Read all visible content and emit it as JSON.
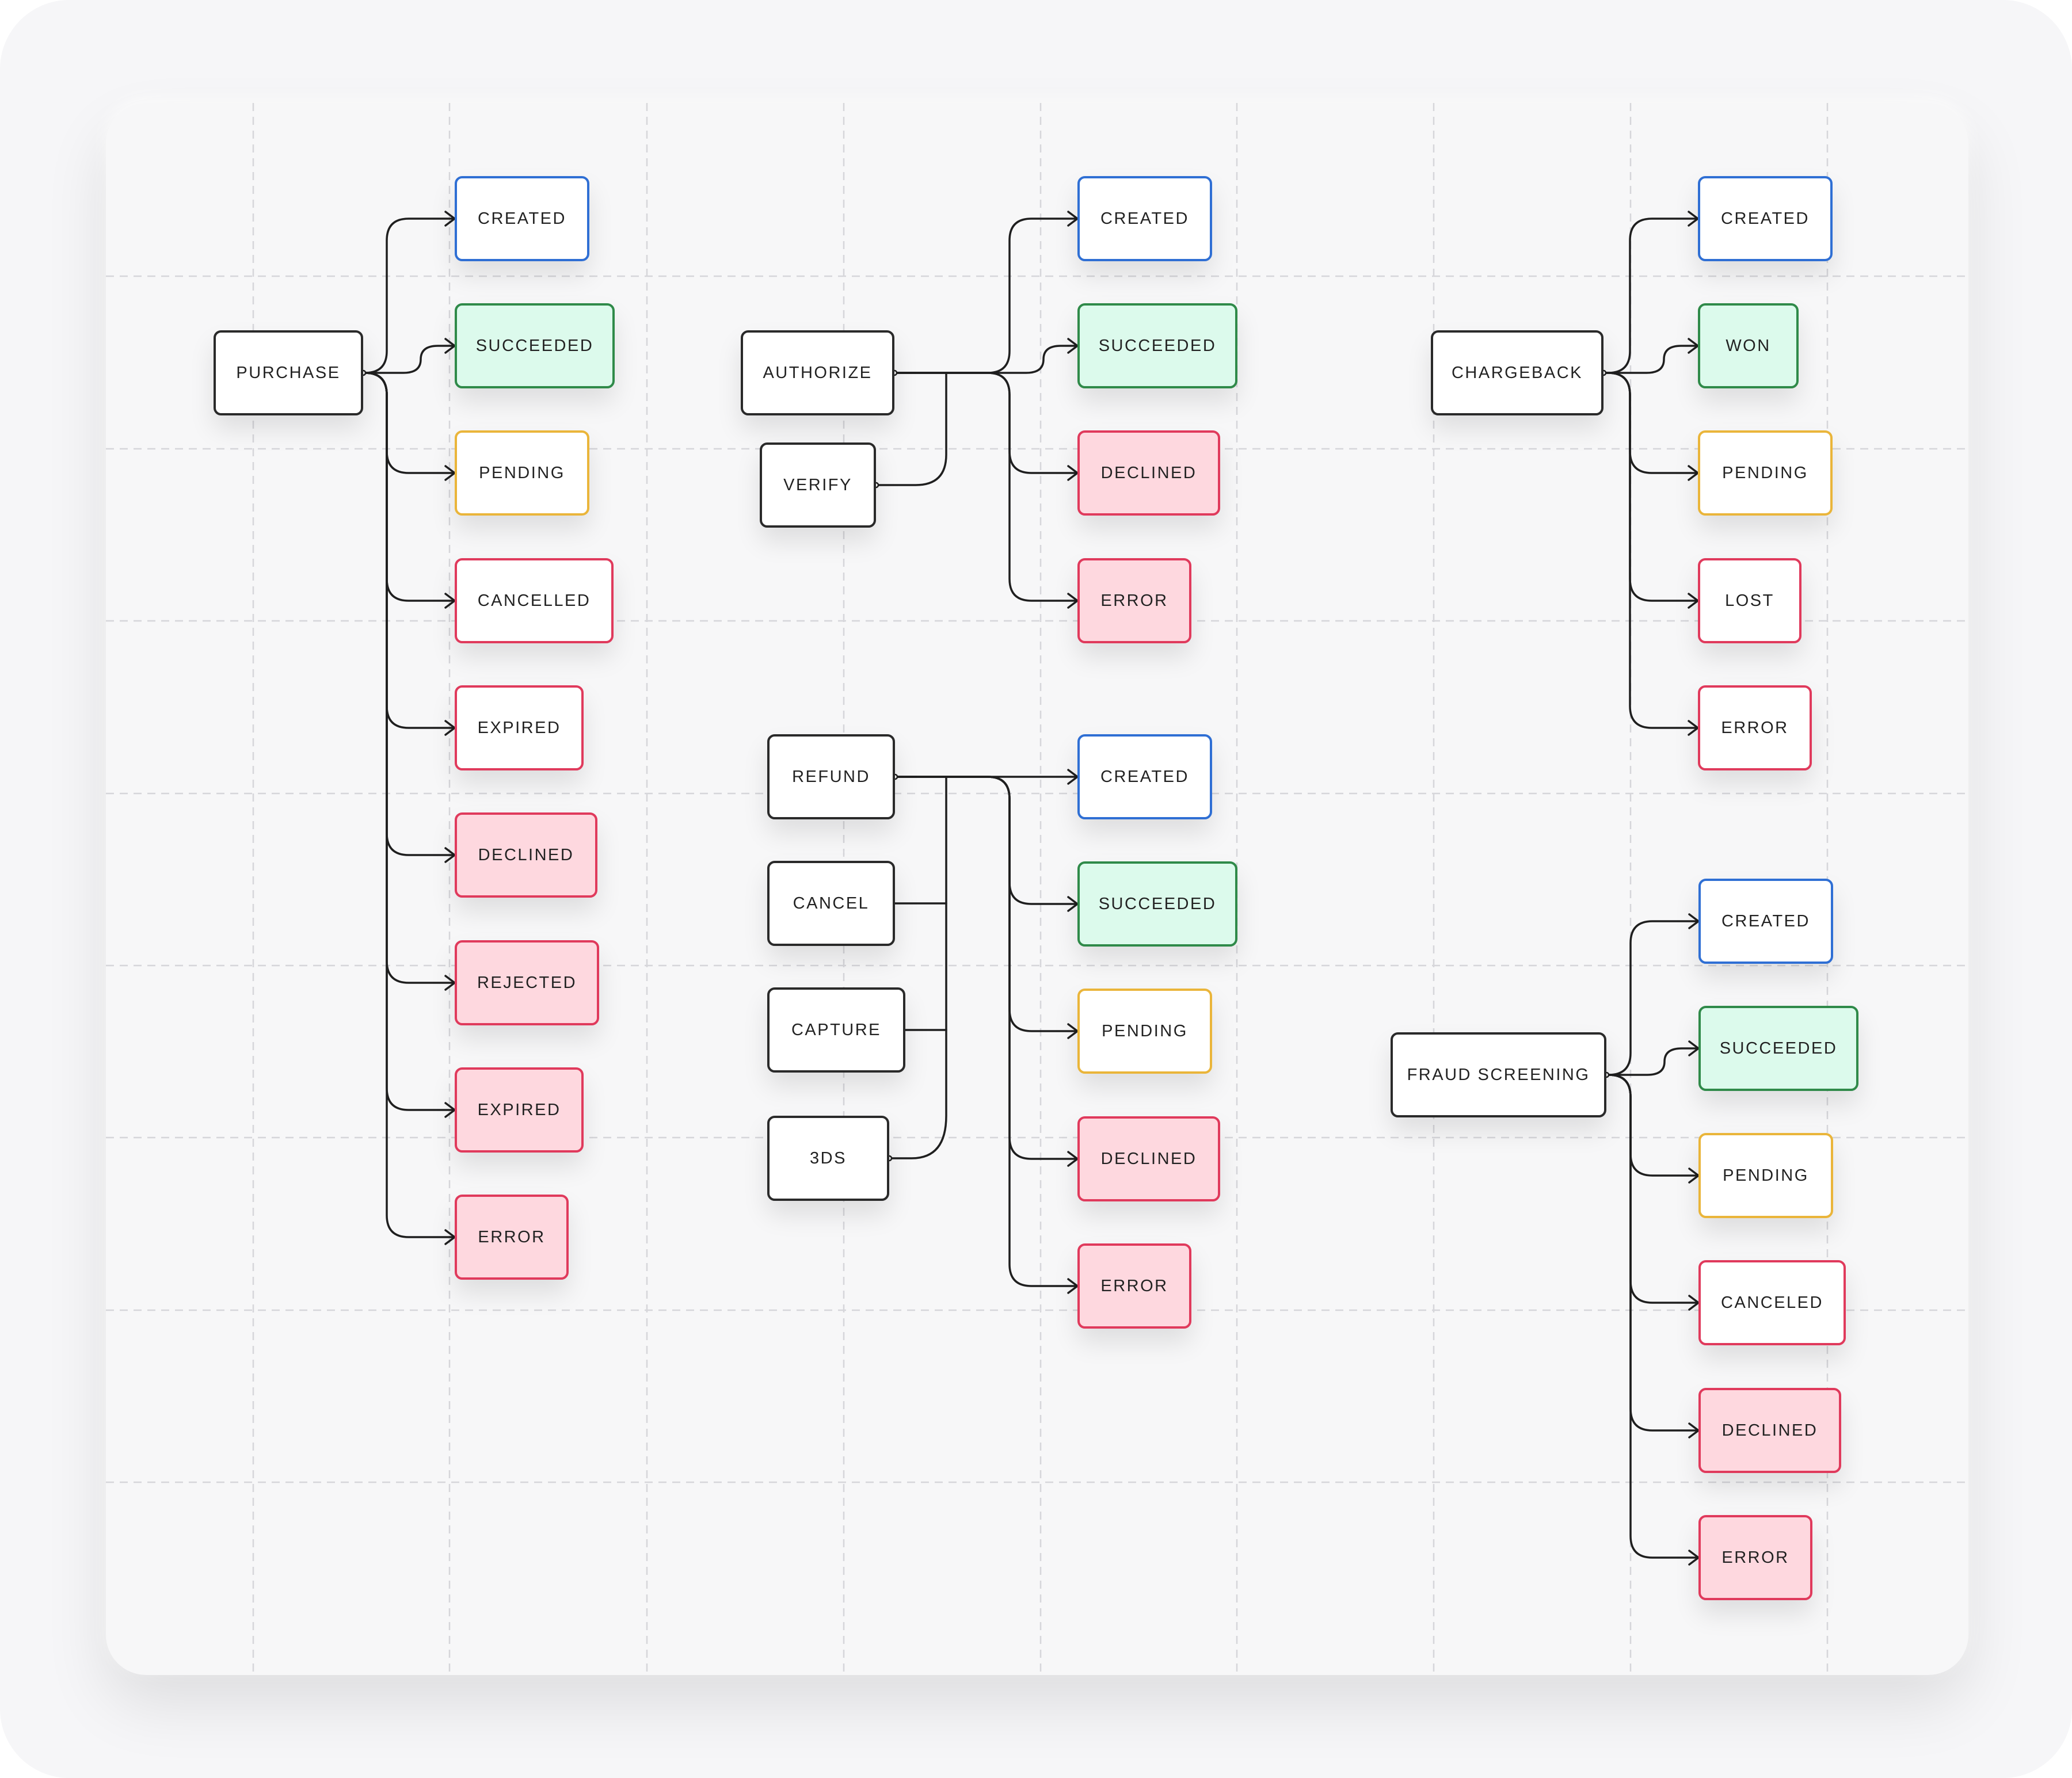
{
  "groups": {
    "purchase": {
      "source": "PURCHASE",
      "states": [
        "CREATED",
        "SUCCEEDED",
        "PENDING",
        "CANCELLED",
        "EXPIRED",
        "DECLINED",
        "REJECTED",
        "EXPIRED",
        "ERROR"
      ]
    },
    "authorize": {
      "sources": [
        "AUTHORIZE",
        "VERIFY"
      ],
      "states": [
        "CREATED",
        "SUCCEEDED",
        "DECLINED",
        "ERROR"
      ]
    },
    "refund": {
      "sources": [
        "REFUND",
        "CANCEL",
        "CAPTURE",
        "3DS"
      ],
      "states": [
        "CREATED",
        "SUCCEEDED",
        "PENDING",
        "DECLINED",
        "ERROR"
      ]
    },
    "chargeback": {
      "source": "CHARGEBACK",
      "states": [
        "CREATED",
        "WON",
        "PENDING",
        "LOST",
        "ERROR"
      ]
    },
    "fraud_screening": {
      "source": "FRAUD SCREENING",
      "states": [
        "CREATED",
        "SUCCEEDED",
        "PENDING",
        "CANCELED",
        "DECLINED",
        "ERROR"
      ]
    }
  },
  "colors": {
    "created": "#2f6fd4",
    "succeeded_border": "#2f8a49",
    "succeeded_fill": "#dcfaec",
    "pending": "#eab53a",
    "error_border": "#e03a5c",
    "error_fill": "#fed8df",
    "source_border": "#2a2a2a",
    "connector": "#1f1f1f",
    "grid": "#d6d6da"
  }
}
